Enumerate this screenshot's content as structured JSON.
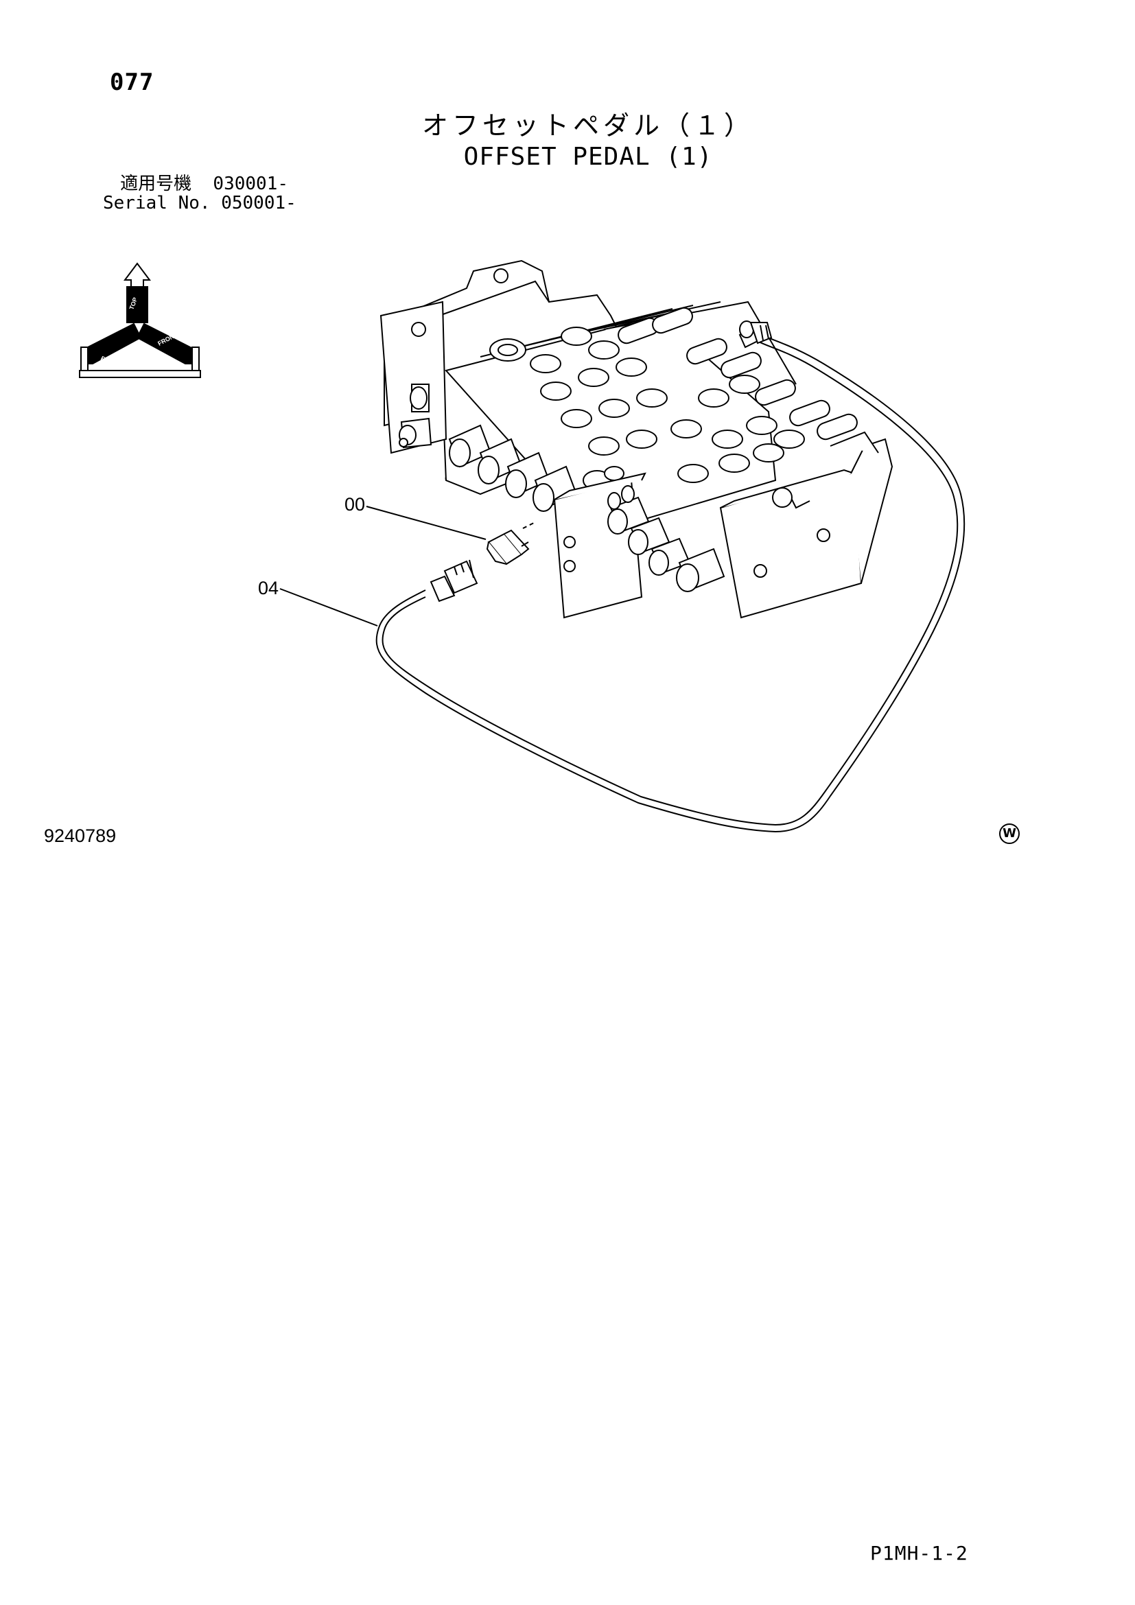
{
  "header": {
    "page_number": "077",
    "title_jp": "オフセットペダル（１）",
    "title_en": "OFFSET PEDAL (1)",
    "applicable_label_jp": "適用号機",
    "applicable_value": "030001-",
    "serial_label": "Serial No.",
    "serial_value": "050001-"
  },
  "orientation": {
    "top": "TOP",
    "front": "FRONT",
    "right": "RIGHT"
  },
  "diagram": {
    "callouts": [
      "00",
      "04"
    ]
  },
  "footer": {
    "drawing_id": "9240789",
    "mark": "W",
    "page_code": "P1MH-1-2"
  }
}
